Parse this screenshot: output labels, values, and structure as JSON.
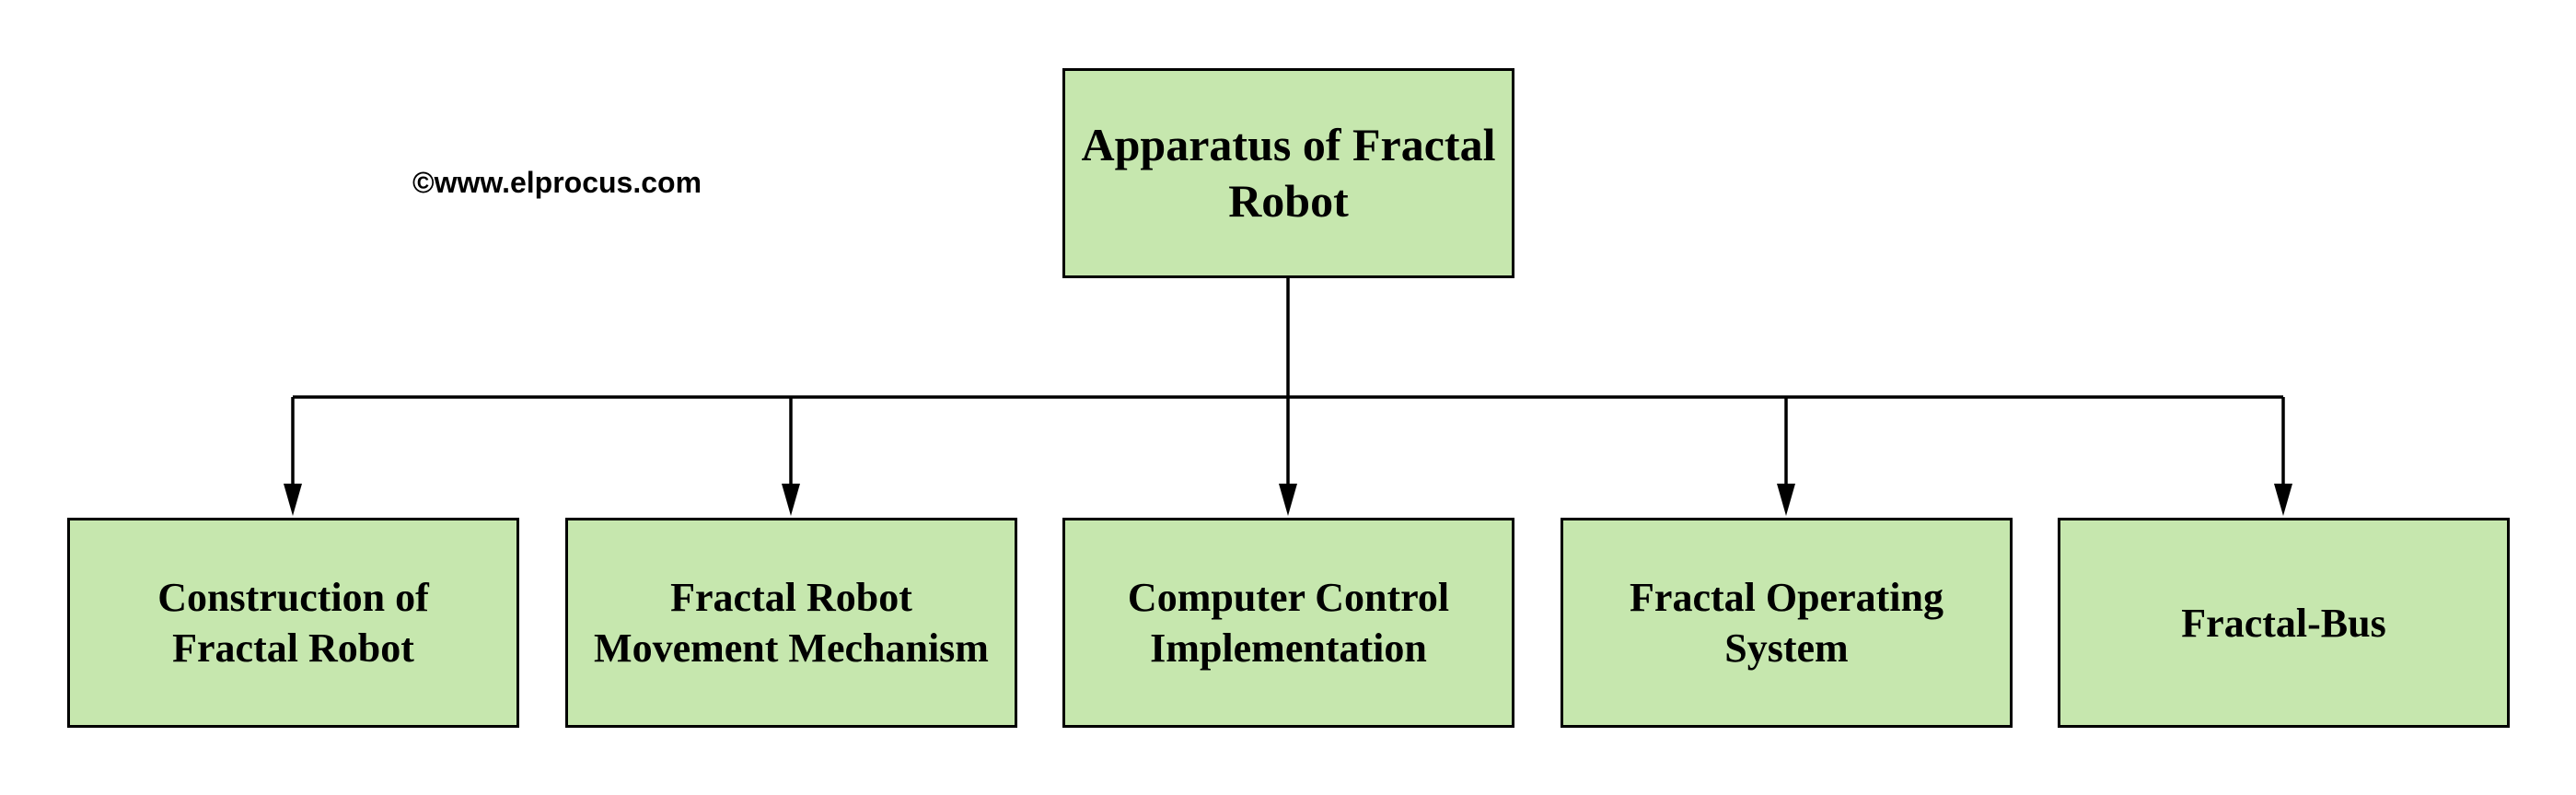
{
  "watermark": "©www.elprocus.com",
  "root": {
    "label": "Apparatus of Fractal\nRobot"
  },
  "children": [
    {
      "label": "Construction of\nFractal Robot"
    },
    {
      "label": "Fractal Robot\nMovement Mechanism"
    },
    {
      "label": "Computer Control\nImplementation"
    },
    {
      "label": "Fractal Operating\nSystem"
    },
    {
      "label": "Fractal-Bus"
    }
  ],
  "colors": {
    "box_fill": "#c6e7ae",
    "stroke": "#000000"
  }
}
